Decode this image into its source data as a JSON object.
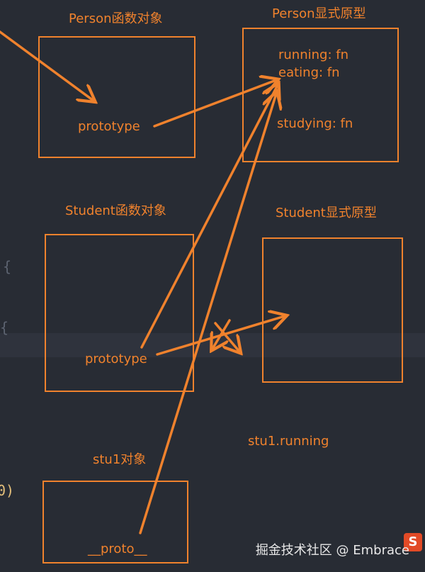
{
  "colors": {
    "accent": "#f0822d",
    "background": "#282c34"
  },
  "code_fragments": {
    "brace1": "{",
    "brace2": "{",
    "paren": "0)"
  },
  "person_function": {
    "title": "Person函数对象",
    "prototype": "prototype"
  },
  "person_prototype": {
    "title": "Person显式原型",
    "running": "running: fn",
    "eating": "eating: fn",
    "studying": "studying: fn"
  },
  "student_function": {
    "title": "Student函数对象",
    "prototype": "prototype"
  },
  "student_prototype": {
    "title": "Student显式原型"
  },
  "stu1": {
    "title": "stu1对象",
    "proto": "__proto__"
  },
  "annotation": "stu1.running",
  "watermark": {
    "text": "掘金技术社区 @ Embrace",
    "logo_letter": "S"
  }
}
